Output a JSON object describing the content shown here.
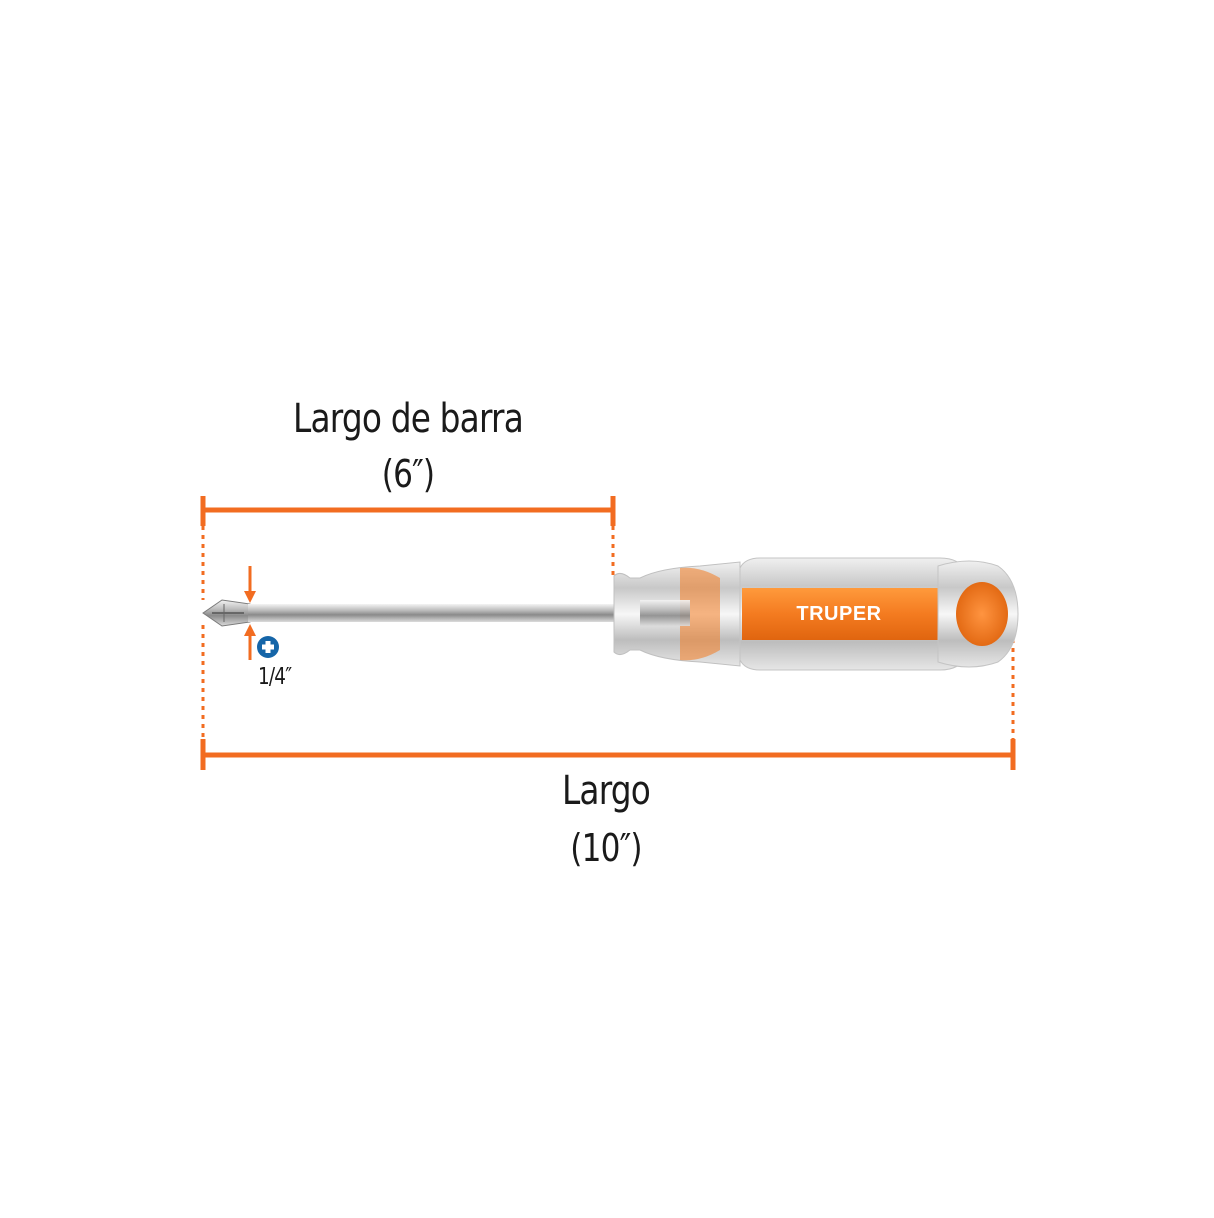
{
  "dimensions": {
    "rod_length": {
      "label": "Largo de barra",
      "value": "(6″)"
    },
    "overall_length": {
      "label": "Largo",
      "value": "(10″)"
    },
    "tip_size": {
      "value": "1/4″",
      "tip_type_icon": "phillips-cross-icon"
    }
  },
  "product": {
    "brand": "TRUPER"
  },
  "colors": {
    "dimension_lines": "#f26c21",
    "handle_orange": "#f47b20",
    "tip_icon_blue": "#1565a8",
    "text": "#1a1a1a",
    "background": "#ffffff"
  }
}
